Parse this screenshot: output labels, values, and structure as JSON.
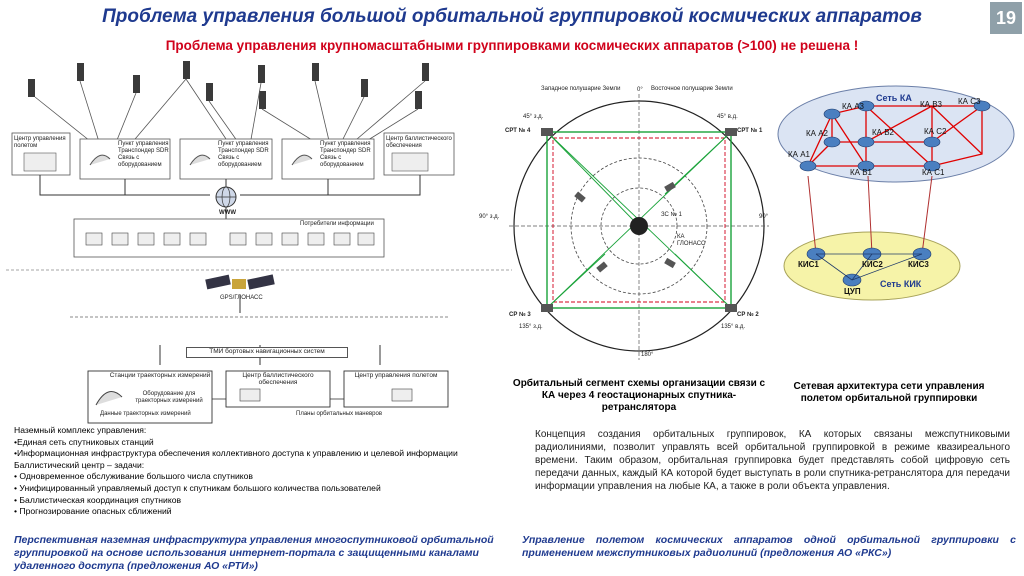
{
  "header": {
    "title": "Проблема управления большой орбитальной группировкой космических аппаратов",
    "slide_number": "19",
    "subtitle": "Проблема управления крупномасштабными группировками космических аппаратов (>100) не решена !"
  },
  "left_diagram": {
    "station_labels": [
      "Центр управления полетом",
      "Пункт управления Транспондер SDR Связь с оборудованием",
      "Пункт управления Транспондер SDR Связь с оборудованием",
      "Пункт управления Транспондер SDR Связь с оборудованием",
      "Центр баллистического обеспечения"
    ],
    "www_label": "WWW",
    "consumers_label": "Потребители информации",
    "gps_label": "GPS/ГЛОНАСС",
    "tmi_label": "ТМИ бортовых навигационных систем",
    "centers": [
      "Станции траекторных измерений",
      "Центр баллистического обеспечения",
      "Центр управления полетом"
    ],
    "equipment_label": "Оборудование для траекторных измерений",
    "traj_data_label": "Данные траекторных измерений",
    "plans_label": "Планы орбитальных маневров"
  },
  "middle_diagram": {
    "west_label": "Западное полушарие Земли",
    "east_label": "Восточное полушарие Земли",
    "top_degree": "0°",
    "bottom_degree": "180°",
    "left_degree": "90° з.д.",
    "right_degree": "90°",
    "corner_tl": "45° з.д.",
    "corner_tr": "45° в.д.",
    "corner_bl": "135° з.д.",
    "corner_br": "135° в.д.",
    "srt_labels": [
      "СРТ № 4",
      "СРТ № 1",
      "СР № 3",
      "СР № 2"
    ],
    "ka_glonass": "КА ГЛОНАСС",
    "zs_label": "ЗС № 1",
    "caption": "Орбитальный сегмент схемы организации связи с КА через 4 геостационарных спутника-ретранслятора"
  },
  "right_diagram": {
    "net_ka": "Сеть КА",
    "nodes": [
      "КА А1",
      "КА А2",
      "КА А3",
      "КА В1",
      "КА В2",
      "КА В3",
      "КА С1",
      "КА С2",
      "КА С3"
    ],
    "kis_nodes": [
      "КИС1",
      "КИС2",
      "КИС3"
    ],
    "cup": "ЦУП",
    "net_kik": "Сеть КИК",
    "caption": "Сетевая архитектура сети управления полетом орбитальной группировки"
  },
  "left_list": {
    "heading1": "Наземный комплекс управления:",
    "items1": [
      "•Единая сеть спутниковых станций",
      "•Информационная инфраструктура обеспечения коллективного доступа к управлению и целевой информации"
    ],
    "heading2": "Баллистический центр – задачи:",
    "items2": [
      "• Одновременное обслуживание большого числа спутников",
      "• Унифицированный управляемый доступ к спутникам большого количества пользователей",
      "• Баллистическая координация спутников",
      "• Прогнозирование опасных сближений"
    ]
  },
  "concept_text": "Концепция создания орбитальных группировок, КА которых связаны межспутниковыми радиолиниями, позволит управлять всей орбитальной группировкой в режиме квазиреального времени. Таким образом, орбитальная группировка будет представлять собой цифровую сеть передачи данных, каждый КА которой будет выступать в роли спутника-ретранслятора для передачи информации управления на любые КА, а также в роли объекта управления.",
  "bottom": {
    "left": "Перспективная наземная инфраструктура управления многоспутниковой орбитальной группировкой на основе использования интернет-портала с защищенными каналами удаленного доступа (предложения АО «РТИ»)",
    "right": "Управление полетом космических аппаратов одной орбитальной группировки с применением межспутниковых радиолиний (предложения АО «РКС»)"
  },
  "colors": {
    "title": "#1f3a8f",
    "subtitle": "#d0021b",
    "slide_badge": "#8fa0a9",
    "network_red": "#e00000",
    "kik_fill": "#f6f3a8",
    "ka_fill": "#dbe4f3",
    "geo_green": "#1aa33a"
  },
  "icons": [
    "satellite-icon",
    "dish-antenna-icon",
    "globe-icon",
    "computer-icon",
    "router-node-icon"
  ]
}
